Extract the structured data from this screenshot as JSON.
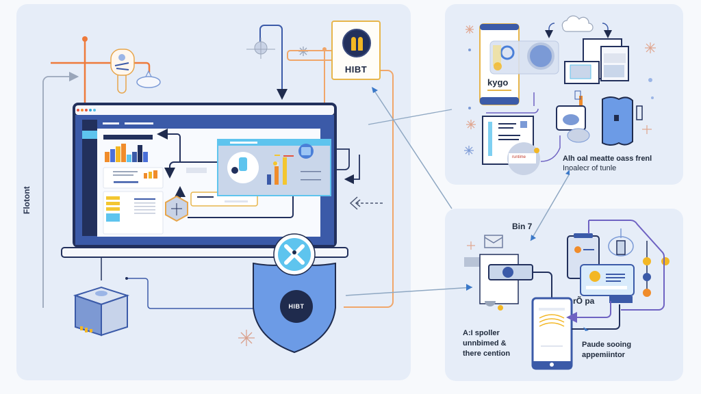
{
  "diagram": {
    "left_panel": {
      "side_label": "Flotont",
      "hibt_card": {
        "label": "HIBT",
        "icon": "footprints-icon"
      },
      "shield": {
        "badge_label": "HIBT",
        "top_icon": "crossed-tools-icon"
      },
      "laptop": {
        "window_dots": [
          "#e5533d",
          "#f08c2b",
          "#4a6fd8",
          "#2fa7d8",
          "#58c0e8"
        ],
        "sidebar_icons": [
          "cursor-icon",
          "user-icon",
          "settings-icon"
        ],
        "popup_card": {
          "icon": "lock-icon"
        },
        "hex_node": {
          "icon": "network-icon"
        }
      },
      "server": {
        "icon": "server-box-icon"
      }
    },
    "top_right_panel": {
      "phone_label": "kygo",
      "badge_text": "runtime",
      "caption_line1": "Alh oal meatte oass frenl",
      "caption_line2": "Inoalecr of tunle",
      "cloud_icon": "cloud-icon"
    },
    "bottom_right_panel": {
      "title": "Bin 7",
      "mid_label": "rÕ pa",
      "caption_left_line1": "A:I spoller",
      "caption_left_line2": "unnbimed &",
      "caption_left_line3": "there cention",
      "caption_right_line1": "Paude sooing",
      "caption_right_line2": "appemiintor"
    },
    "colors": {
      "panel_bg": "#e6edf8",
      "navy": "#1f2b4d",
      "laptop_blue": "#3b5aa8",
      "accent_orange": "#ee7a3b",
      "accent_gold": "#e7b54a",
      "accent_sky": "#5ec4ee",
      "shield_blue": "#6c9be6",
      "purple_line": "#6e62c2"
    }
  }
}
